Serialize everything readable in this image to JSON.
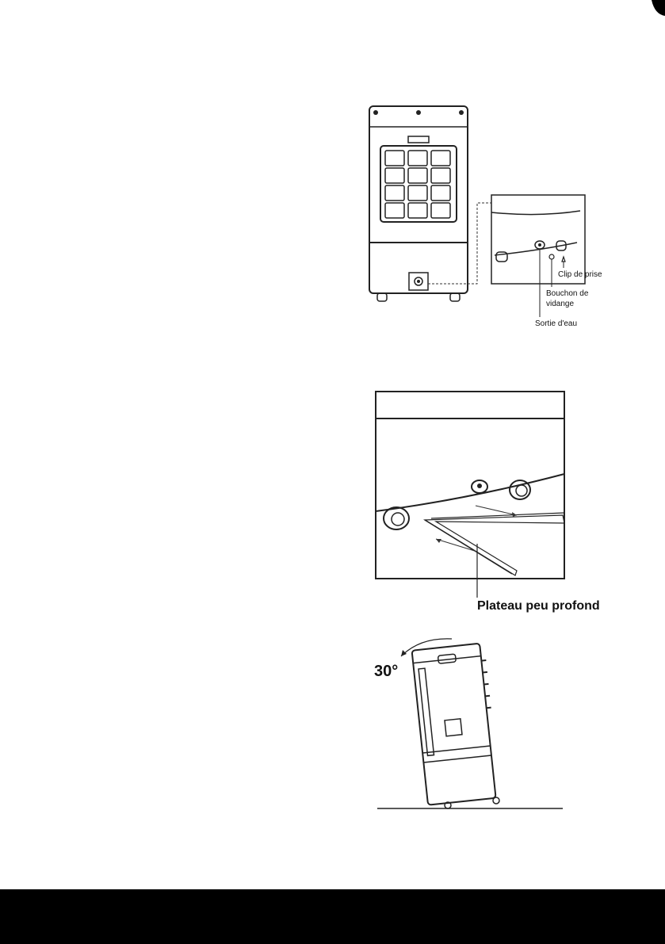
{
  "figure1": {
    "callouts": {
      "clip": "Clip de prise",
      "bouchon": "Bouchon de vidange",
      "sortie": "Sortie d'eau"
    }
  },
  "figure2": {
    "caption": "Plateau peu profond"
  },
  "figure3": {
    "angle": "30°"
  }
}
